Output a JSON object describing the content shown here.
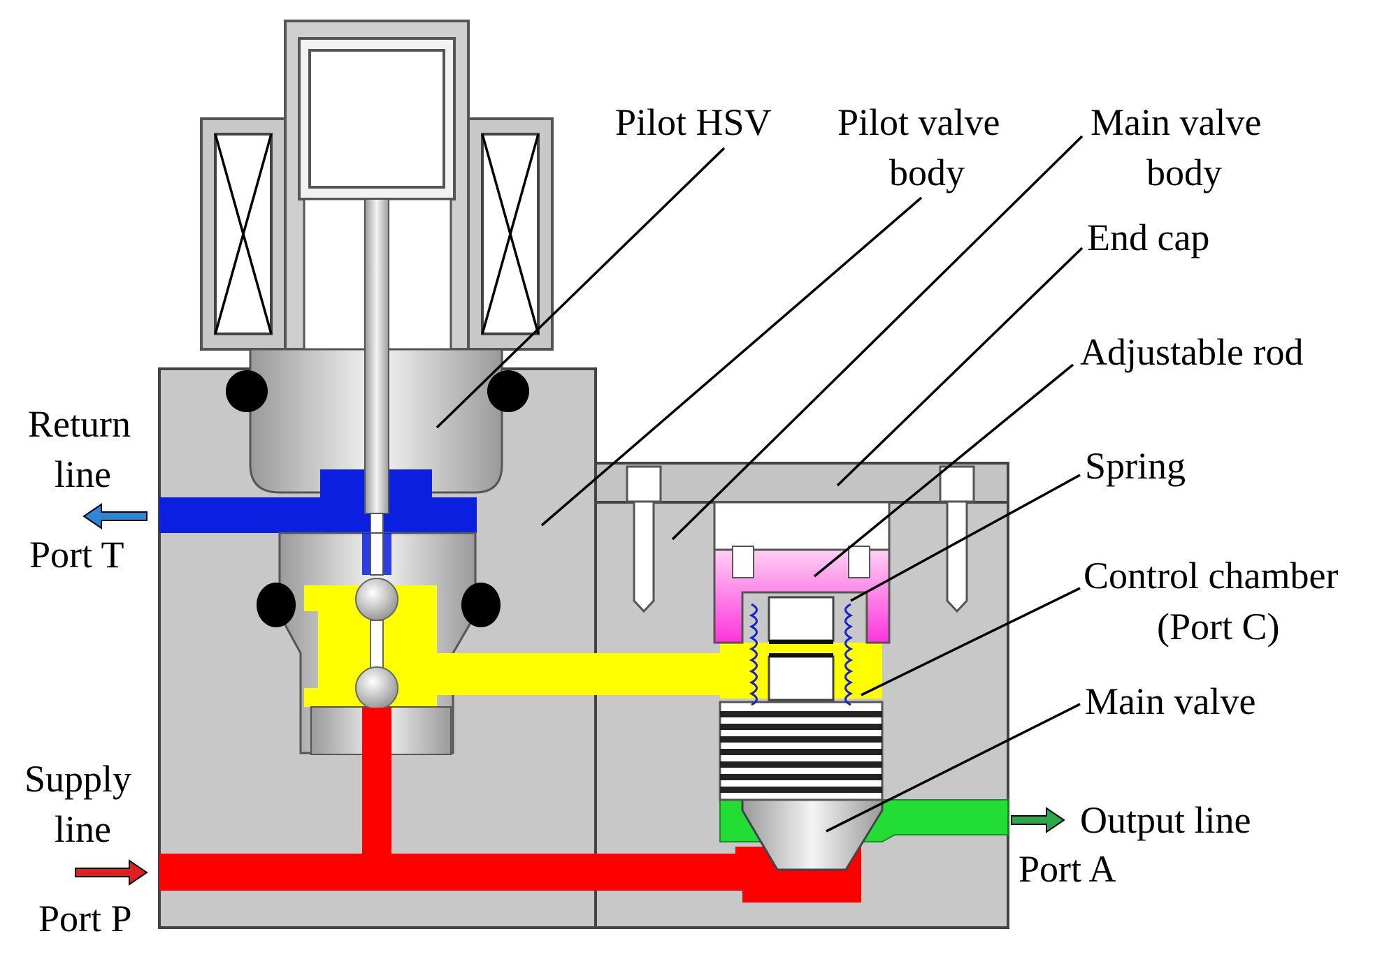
{
  "diagram": {
    "labels": {
      "pilot_hsv": "Pilot HSV",
      "pilot_valve_body_1": "Pilot valve",
      "pilot_valve_body_2": "body",
      "main_valve_body_1": "Main valve",
      "main_valve_body_2": "body",
      "end_cap": "End cap",
      "adjustable_rod": "Adjustable rod",
      "spring": "Spring",
      "control_chamber_1": "Control chamber",
      "control_chamber_2": "(Port C)",
      "main_valve": "Main valve",
      "output_line": "Output line",
      "port_a": "Port A",
      "return_line_1": "Return",
      "return_line_2": "line",
      "port_t": "Port T",
      "supply_line_1": "Supply",
      "supply_line_2": "line",
      "port_p": "Port P"
    },
    "colors": {
      "return_line": "#0a1fe0",
      "supply_line": "#ff0000",
      "control_line": "#ffff00",
      "output_line": "#22dd33",
      "adjustable_rod": "#ff66ee",
      "spring": "#1a22cc",
      "body": "#c8c8c8",
      "return_arrow": "#2e86d8",
      "supply_arrow": "#e02020",
      "output_arrow": "#2aa84a"
    }
  }
}
